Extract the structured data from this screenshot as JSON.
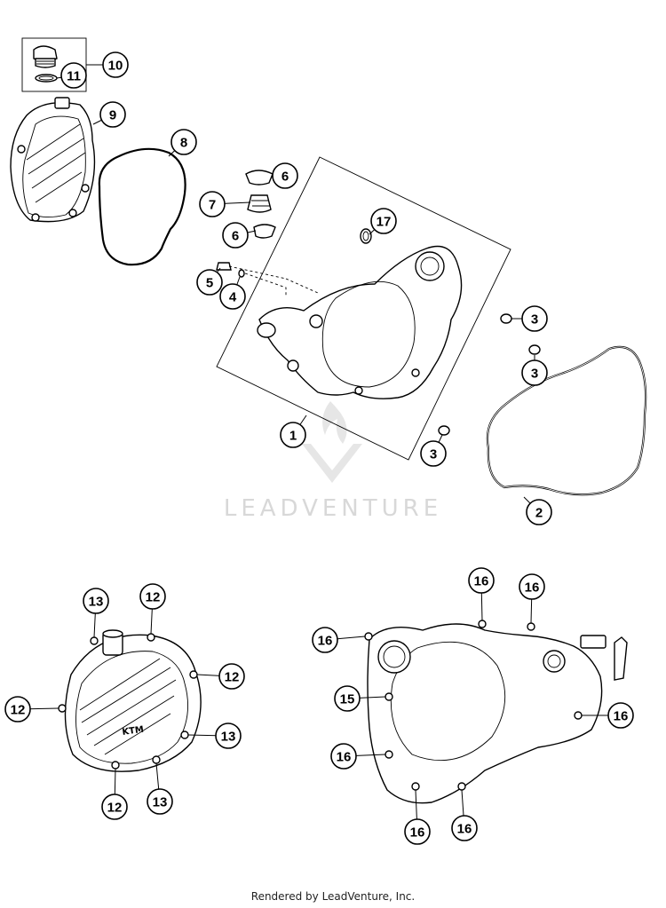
{
  "watermark": {
    "text": "LEADVENTURE"
  },
  "footer": {
    "text": "Rendered by LeadVenture, Inc."
  },
  "emblem": {
    "text": "KTM"
  },
  "callouts": [
    {
      "label": "10"
    },
    {
      "label": "11"
    },
    {
      "label": "9"
    },
    {
      "label": "8"
    },
    {
      "label": "6"
    },
    {
      "label": "7"
    },
    {
      "label": "6"
    },
    {
      "label": "17"
    },
    {
      "label": "5"
    },
    {
      "label": "4"
    },
    {
      "label": "3"
    },
    {
      "label": "3"
    },
    {
      "label": "1"
    },
    {
      "label": "3"
    },
    {
      "label": "2"
    },
    {
      "label": "13"
    },
    {
      "label": "12"
    },
    {
      "label": "12"
    },
    {
      "label": "12"
    },
    {
      "label": "13"
    },
    {
      "label": "12"
    },
    {
      "label": "13"
    },
    {
      "label": "16"
    },
    {
      "label": "16"
    },
    {
      "label": "16"
    },
    {
      "label": "15"
    },
    {
      "label": "16"
    },
    {
      "label": "16"
    },
    {
      "label": "16"
    },
    {
      "label": "16"
    }
  ]
}
